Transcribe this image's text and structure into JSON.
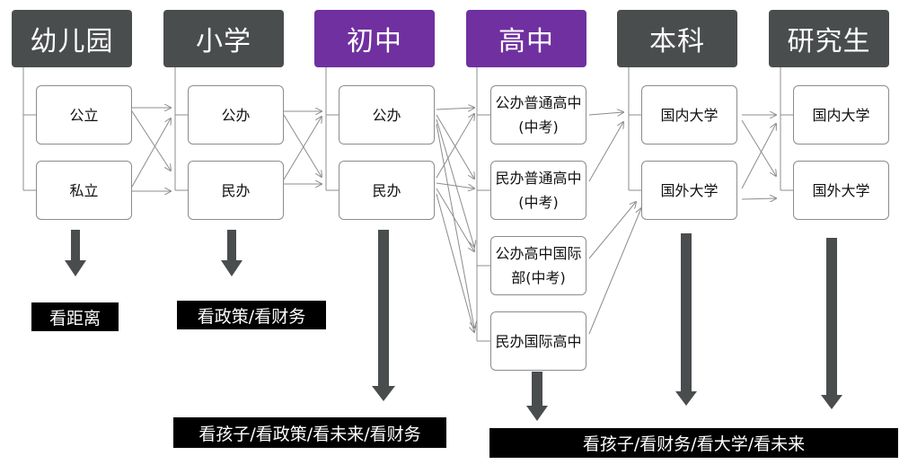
{
  "stages": {
    "kindergarten": "幼儿园",
    "primary": "小学",
    "junior": "初中",
    "senior": "高中",
    "undergrad": "本科",
    "postgrad": "研究生"
  },
  "nodes": {
    "k_public": "公立",
    "k_private": "私立",
    "p_public": "公办",
    "p_private": "民办",
    "j_public": "公办",
    "j_private": "民办",
    "s_public_regular": "公办普通高中(中考)",
    "s_private_regular": "民办普通高中(中考)",
    "s_public_intl": "公办高中国际部(中考)",
    "s_private_intl": "民办国际高中",
    "u_domestic": "国内大学",
    "u_foreign": "国外大学",
    "g_domestic": "国内大学",
    "g_foreign": "国外大学"
  },
  "labels": {
    "kindergarten": "看距离",
    "primary": "看政策/看财务",
    "junior": "看孩子/看政策/看未来/看财务",
    "senior_up": "看孩子/看财务/看大学/看未来"
  },
  "colors": {
    "header_gray": "#4a4d4e",
    "header_purple": "#7030a0",
    "arrow": "#4a4d4e"
  }
}
